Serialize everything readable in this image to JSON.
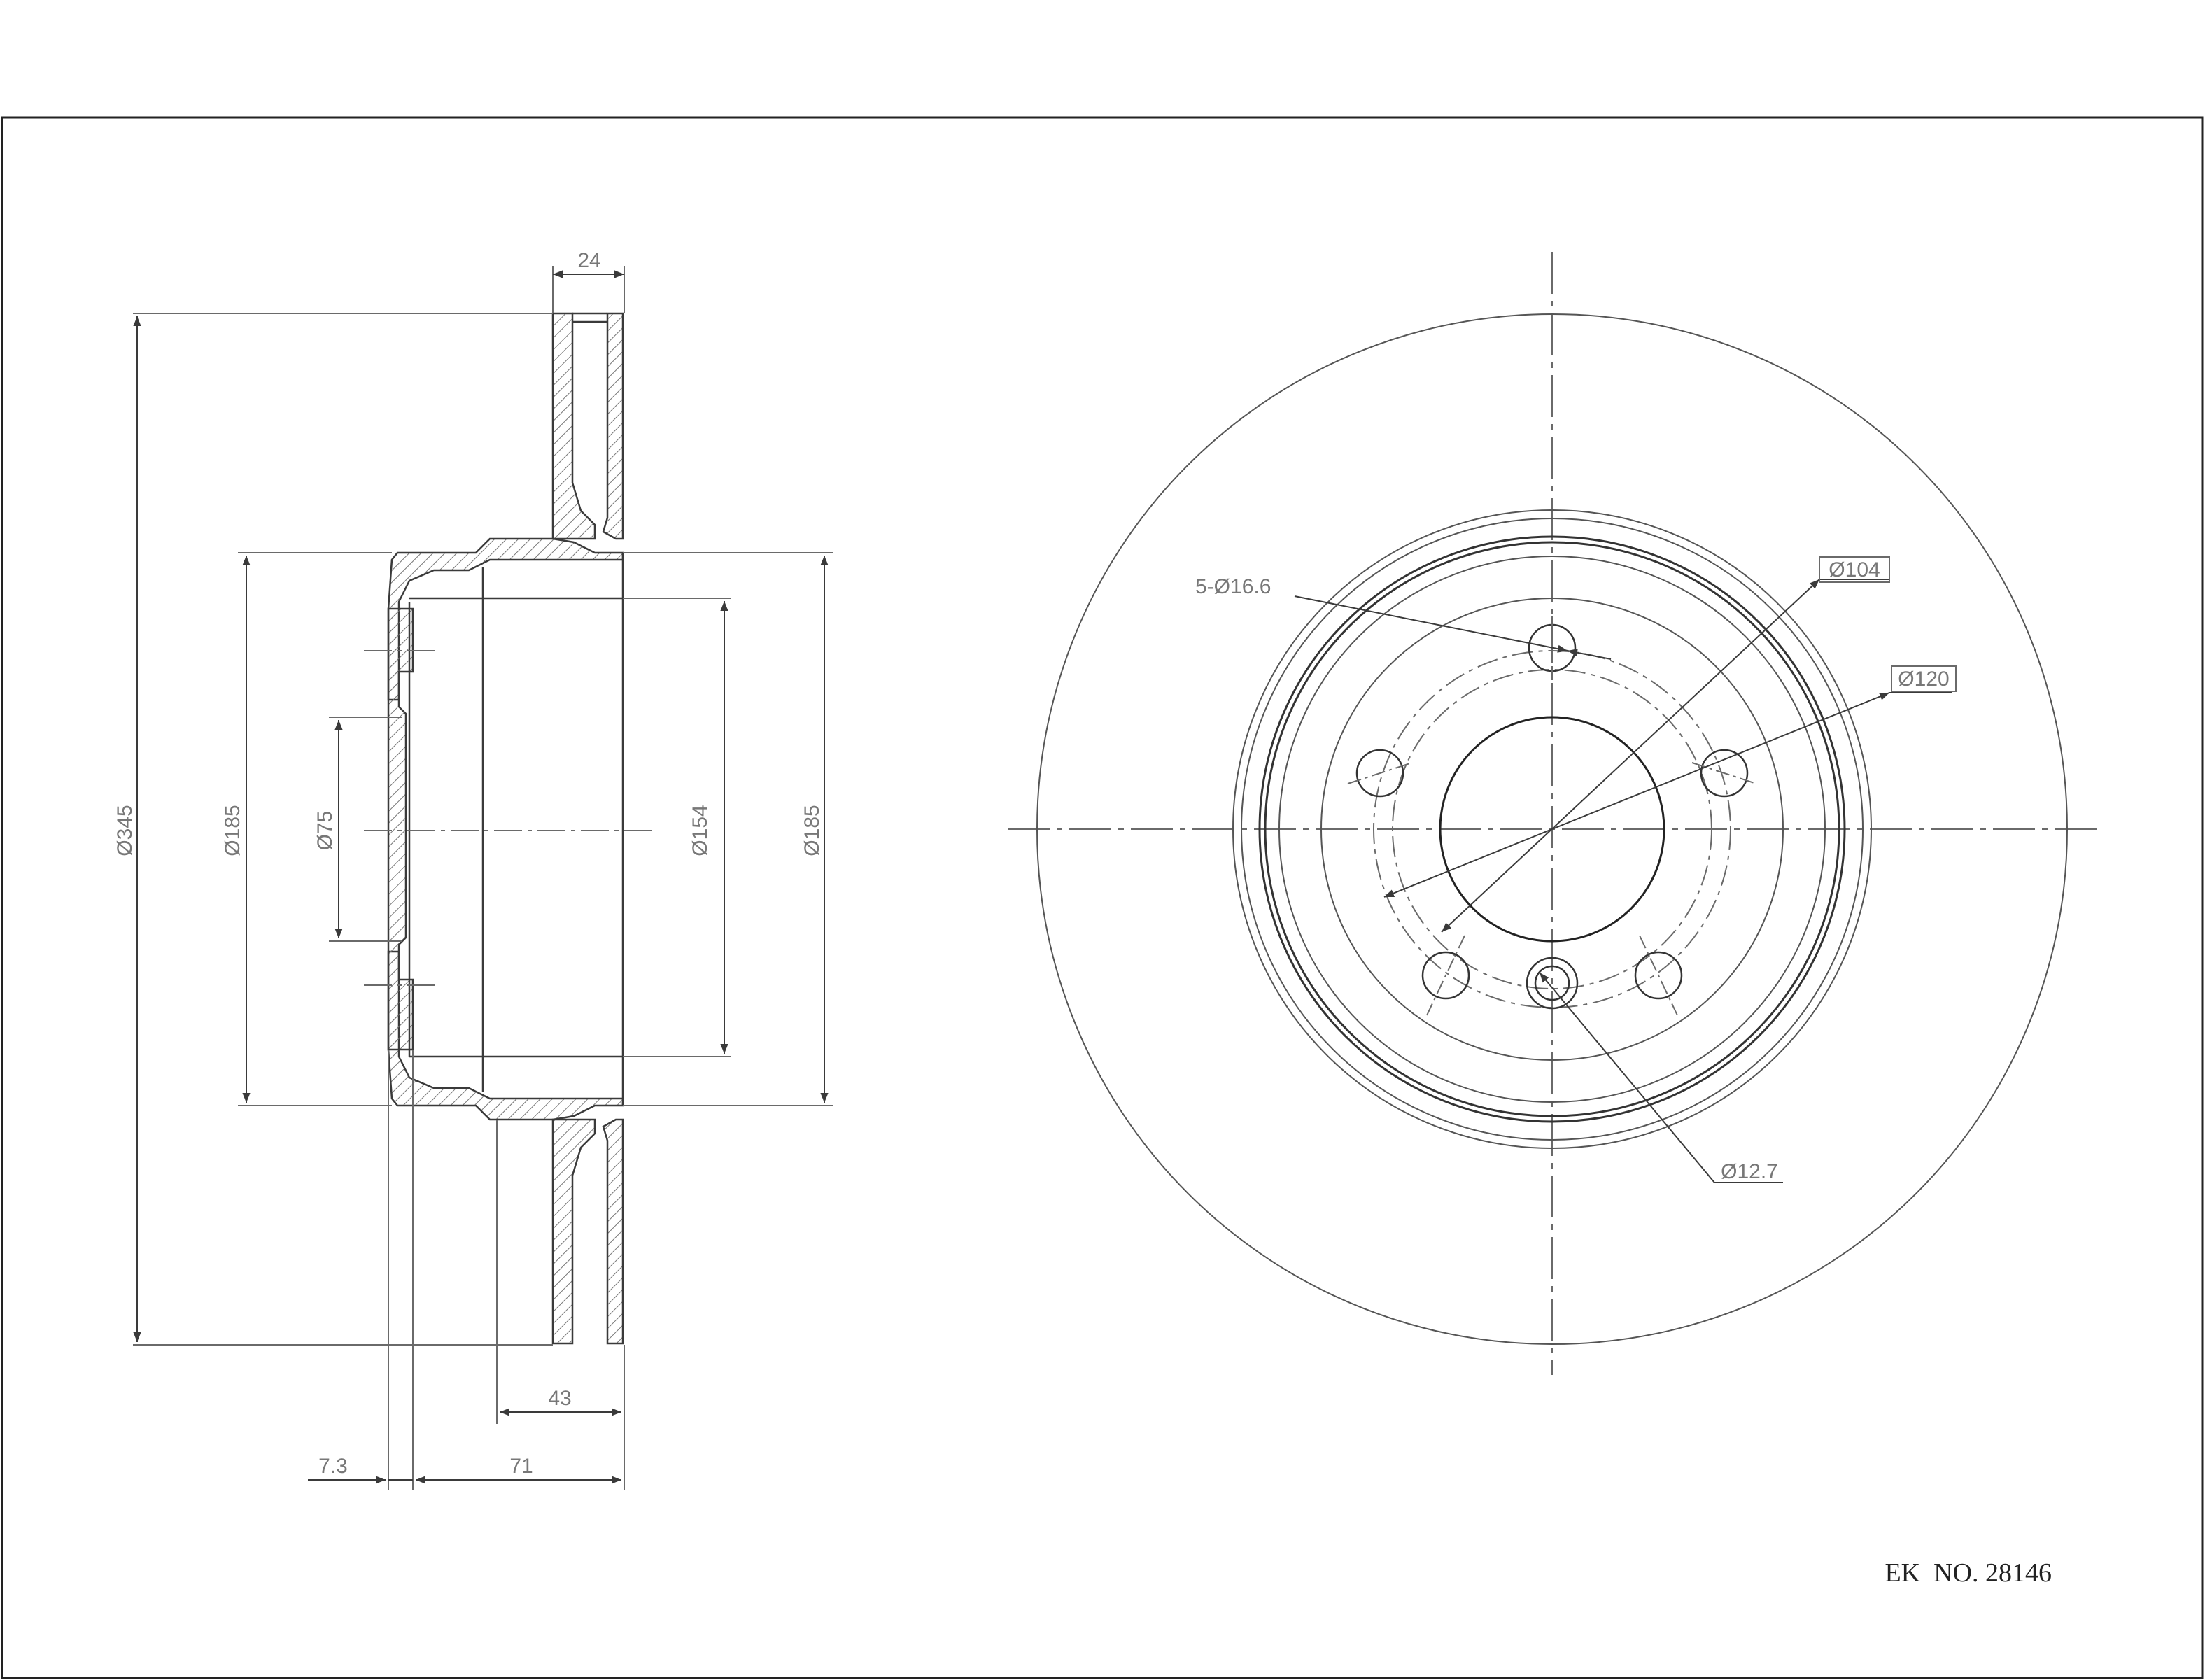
{
  "colors": {
    "line": "#3a3a3a",
    "thin": "#6a6a6a",
    "text": "#777777",
    "title": "#222222",
    "hatch": "#777777"
  },
  "side_view": {
    "thickness": "24",
    "outer_diameter": "Ø345",
    "hub_diameter_left": "Ø185",
    "center_bore": "Ø75",
    "inner_diameter": "Ø154",
    "hub_diameter_right": "Ø185",
    "hat_depth": "43",
    "hub_offset": "7.3",
    "overall_height": "71"
  },
  "front_view": {
    "bolt_holes": "5-Ø16.6",
    "bolt_circle": "Ø104",
    "pilot_circle": "Ø120",
    "locator_hole": "Ø12.7"
  },
  "title_block": {
    "part_number": "EK  NO. 28146"
  }
}
